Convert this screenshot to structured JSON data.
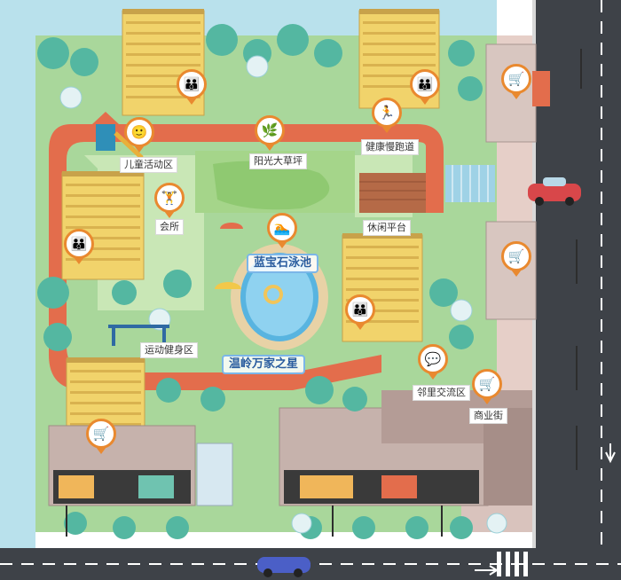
{
  "labels": {
    "kids_area": "儿童活动区",
    "sunny_lawn": "阳光大草坪",
    "fitness_trail": "健康慢跑道",
    "gym": "会所",
    "leisure_deck": "休闲平台",
    "pool": "蓝宝石泳池",
    "outdoor_fitness": "运动健身区",
    "plaza": "温岭万家之星",
    "neighborhood": "邻里交流区",
    "commercial": "商业街"
  },
  "colors": {
    "water": "#b9e1ec",
    "lawn": "#a5d58a",
    "ground": "#a9d79b",
    "track": "#e36d4c",
    "building": "#f1d36b",
    "road": "#3e4248",
    "pin_border": "#e9892f"
  },
  "icons": {
    "pin_family": "family-icon",
    "pin_shop": "shopping-cart-icon",
    "pin_runner": "runner-icon",
    "pin_chat": "chat-bubble-icon",
    "pin_dumbbell": "dumbbell-icon",
    "pin_swim": "swimmer-icon",
    "car": "car-icon"
  }
}
